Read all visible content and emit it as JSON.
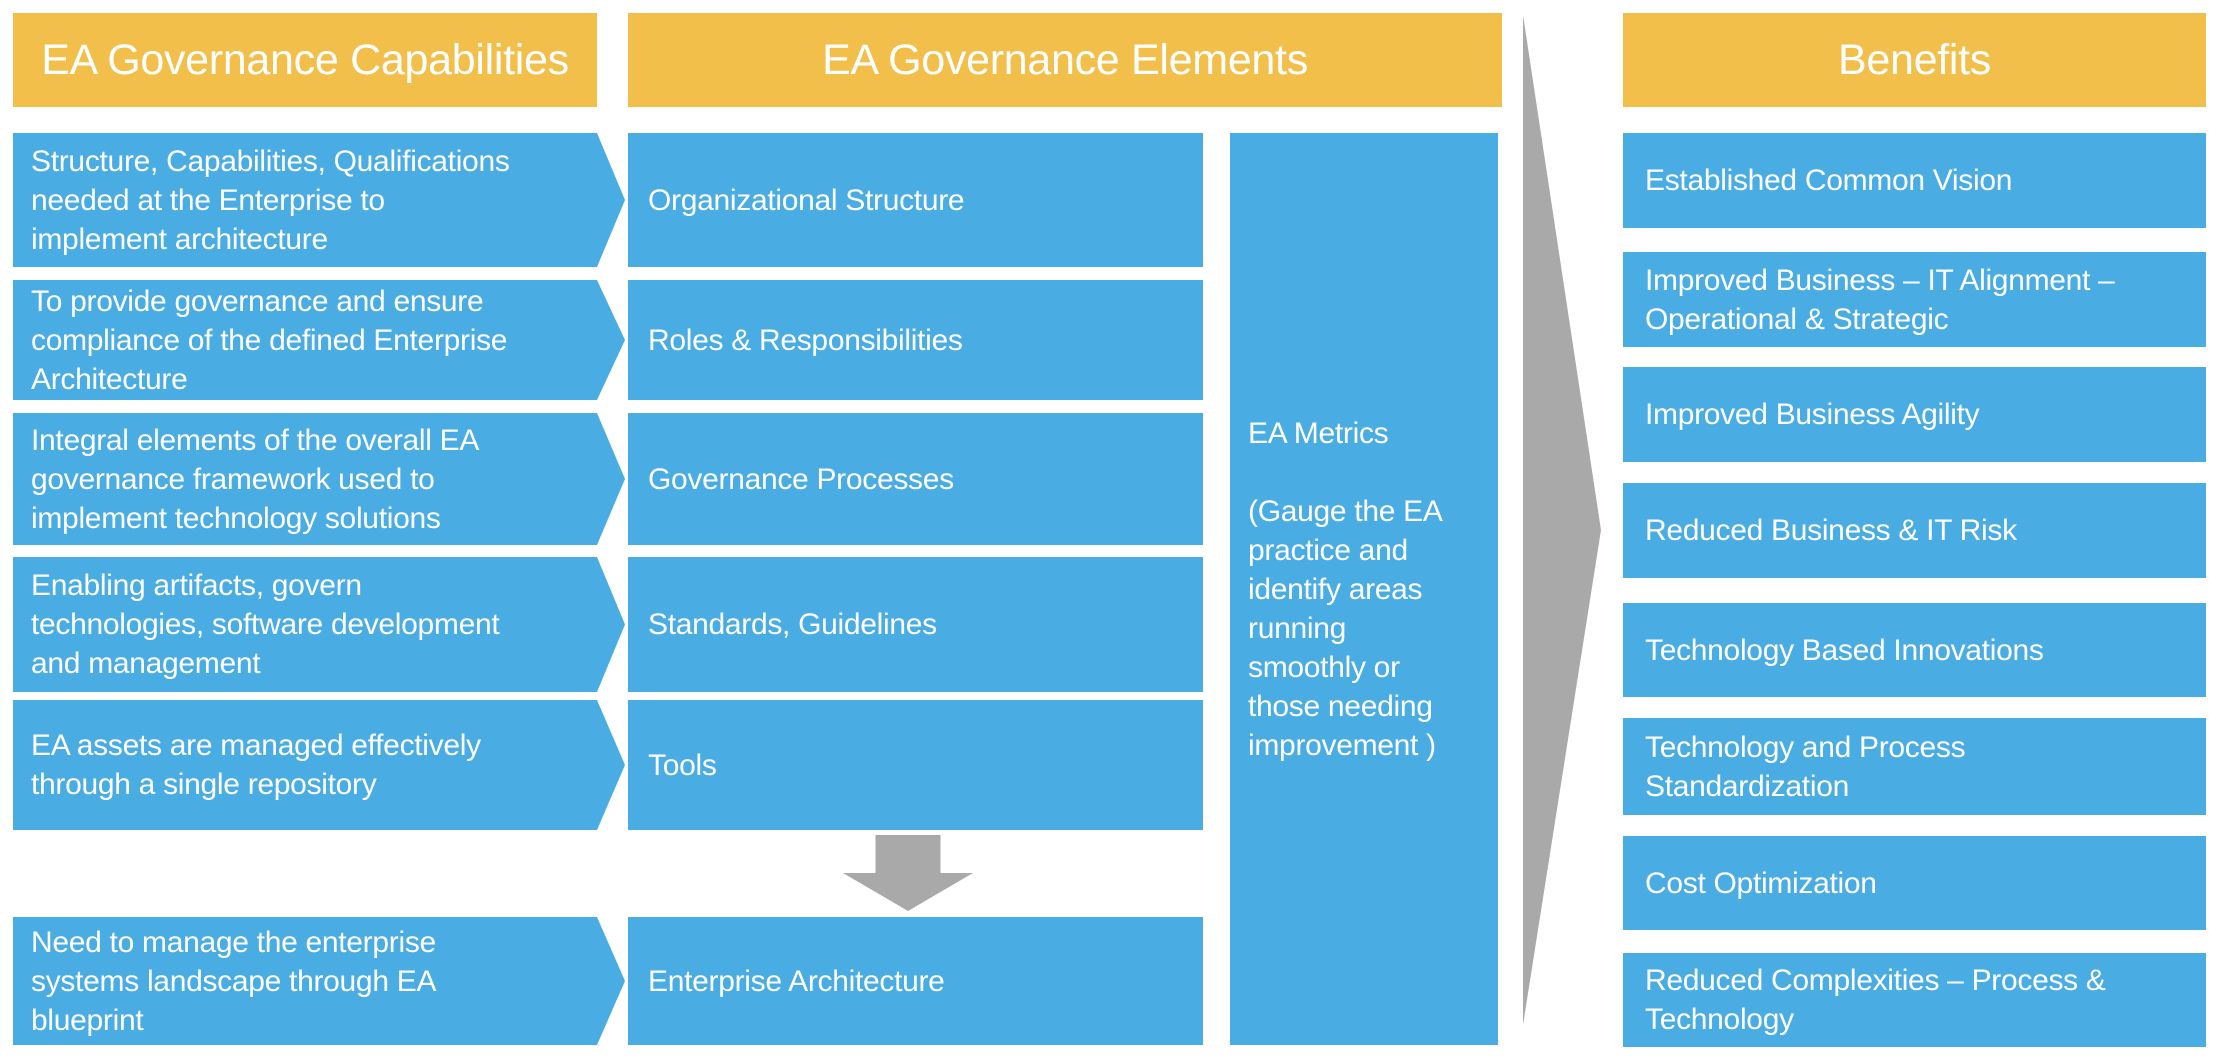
{
  "colors": {
    "blue": "#49ACE3",
    "yellow": "#F2BF4B",
    "gray": "#A9A9A9",
    "text": "#FFFFFF"
  },
  "headers": {
    "capabilities": "EA Governance Capabilities",
    "elements": "EA Governance Elements",
    "benefits": "Benefits"
  },
  "capabilities": [
    "Structure, Capabilities, Qualifications\nneeded at the Enterprise to\nimplement architecture",
    "To provide governance and ensure\ncompliance of the defined Enterprise\nArchitecture",
    "Integral elements of the overall EA\ngovernance framework used to\nimplement technology solutions",
    "Enabling artifacts, govern\ntechnologies, software development\nand management",
    "EA assets are managed effectively\nthrough a single repository",
    "Need to manage the enterprise\nsystems landscape through EA\nblueprint"
  ],
  "elements": [
    "Organizational Structure",
    "Roles & Responsibilities",
    "Governance Processes",
    "Standards, Guidelines",
    "Tools",
    "Enterprise Architecture"
  ],
  "metrics": {
    "title": "EA Metrics",
    "description": "(Gauge the EA\npractice and\nidentify areas\nrunning\nsmoothly or\nthose needing\nimprovement )"
  },
  "benefits": [
    "Established Common Vision",
    "Improved Business – IT Alignment –\nOperational & Strategic",
    "Improved Business Agility",
    "Reduced Business & IT Risk",
    "Technology Based Innovations",
    "Technology and Process\nStandardization",
    "Cost Optimization",
    "Reduced Complexities – Process &\nTechnology"
  ]
}
